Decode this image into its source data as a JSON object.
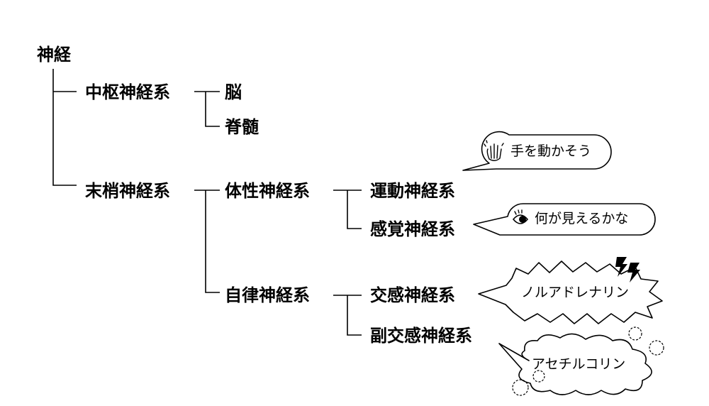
{
  "tree": {
    "root": "神経",
    "cns": "中枢神経系",
    "brain": "脳",
    "spinal": "脊髄",
    "pns": "末梢神経系",
    "somatic": "体性神経系",
    "motor": "運動神経系",
    "sensory": "感覚神経系",
    "autonomic": "自律神経系",
    "sympathetic": "交感神経系",
    "parasympathetic": "副交感神経系"
  },
  "bubbles": {
    "motor": "手を動かそう",
    "sensory": "何が見えるかな",
    "sympathetic": "ノルアドレナリン",
    "parasympathetic": "アセチルコリン"
  },
  "icons": {
    "motor": "hand-icon",
    "sensory": "eye-icon",
    "sympathetic": "lightning-icon",
    "parasympathetic": "sparkle-circles-icon"
  },
  "colors": {
    "line": "#000000",
    "text": "#000000",
    "background": "#ffffff"
  }
}
